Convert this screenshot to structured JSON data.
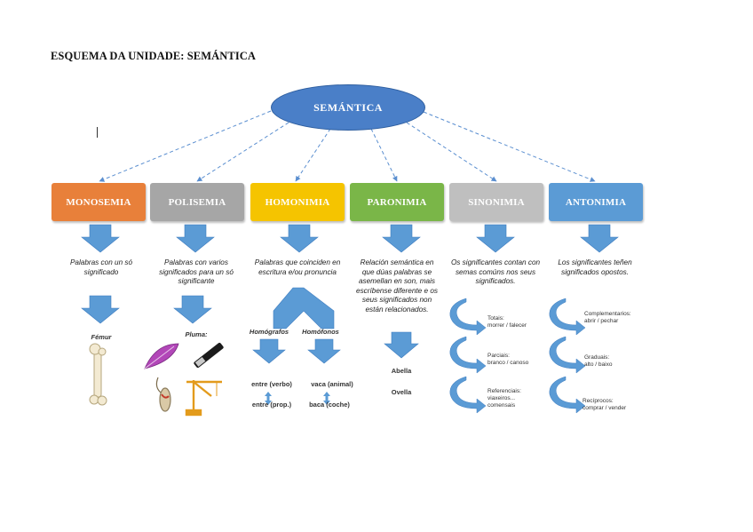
{
  "title": "ESQUEMA DA UNIDADE: SEMÁNTICA",
  "root": "SEMÁNTICA",
  "categories": [
    {
      "label": "MONOSEMIA",
      "color": "#e8803a"
    },
    {
      "label": "POLISEMIA",
      "color": "#a6a6a6"
    },
    {
      "label": "HOMONIMIA",
      "color": "#f5c400"
    },
    {
      "label": "PARONIMIA",
      "color": "#7ab648"
    },
    {
      "label": "SINONIMIA",
      "color": "#bfbfbf"
    },
    {
      "label": "ANTONIMIA",
      "color": "#5b9bd5"
    }
  ],
  "descriptions": {
    "monosemia": "Palabras con un só significado",
    "polisemia": "Palabras con varios significados para un só significante",
    "homonimia": "Palabras que coinciden en escritura e/ou pronuncia",
    "paronimia": "Relación semántica en que dúas palabras se asemellan en son, mais escríbense diferente e os seus significados non están relacionados.",
    "sinonimia": "Os significantes contan con semas comúns nos seus significados.",
    "antonimia": "Los significantes teñen significados opostos."
  },
  "monosemia_example": "Fémur",
  "polisemia_example": "Pluma:",
  "homonimia": {
    "homografos": "Homógrafos",
    "homofonos": "Homófonos",
    "entre_verbo": "entre (verbo)",
    "entre_prop": "entre (prop.)",
    "vaca_animal": "vaca (animal)",
    "baca_coche": "baca (coche)"
  },
  "paronimia": {
    "word1": "Abella",
    "word2": "Ovella"
  },
  "sinonimia_types": [
    {
      "label": "Totais:",
      "example": "morrer / falecer"
    },
    {
      "label": "Parciais:",
      "example": "branco / canoso"
    },
    {
      "label": "Referenciais:",
      "example": "viaxeiros... comensais"
    }
  ],
  "antonimia_types": [
    {
      "label": "Complementarios:",
      "example": "abrir / pechar"
    },
    {
      "label": "Graduais:",
      "example": "alto / baixo"
    },
    {
      "label": "Recíprocos:",
      "example": "comprar / vender"
    }
  ]
}
